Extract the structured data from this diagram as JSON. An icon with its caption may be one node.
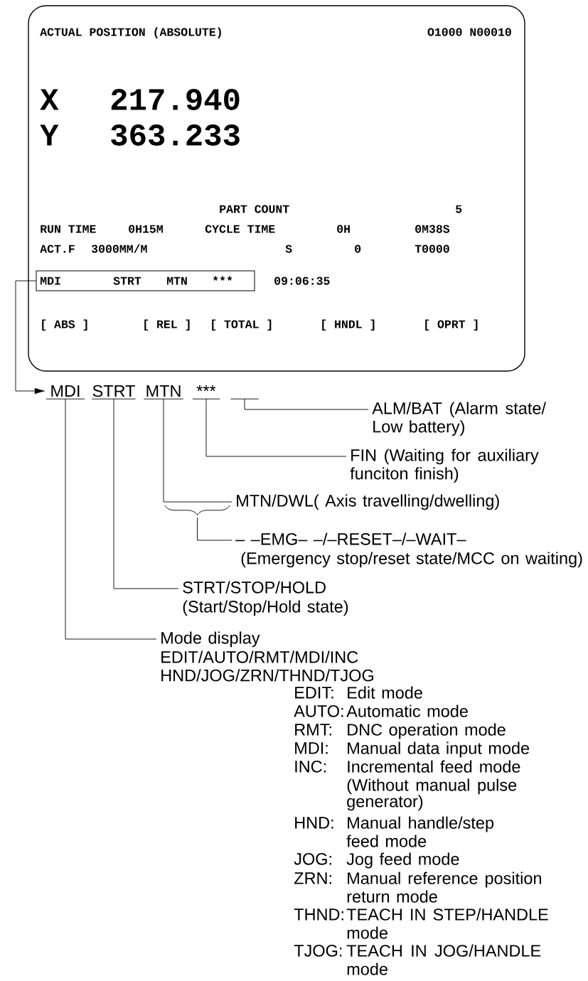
{
  "diagram": {
    "nodes": [
      {
        "text": [
          "ACTUAL POSITION (ABSOLUTE)",
          "O1000 N00010",
          "X",
          "217.940",
          "Y",
          "363.233",
          "PART COUNT",
          "5",
          "RUN TIME",
          "0H15M",
          "CYCLE TIME",
          "0H",
          "0M38S",
          "ACT.F",
          "3000MM/M",
          "S",
          "0",
          "T0000",
          "09:06:35",
          "[ ABS ]",
          "[ REL ]",
          "[ TOTAL ]",
          "[ HNDL ]",
          "[ OPRT ]"
        ]
      },
      {
        "text": [
          "MDI",
          "STRT",
          "MTN",
          "***"
        ],
        "in": 0
      },
      {
        "text": [
          "MDI"
        ]
      },
      {
        "text": [
          "STRT"
        ]
      },
      {
        "text": [
          "MTN"
        ]
      },
      {
        "text": [
          "***"
        ]
      },
      {
        "text": [],
        "shape": "bar"
      },
      {
        "text": [
          "ALM/BAT (Alarm state/ Low battery)"
        ]
      },
      {
        "text": [
          "FIN (Waiting for auxiliary funciton finish)"
        ]
      },
      {
        "text": [
          "MTN/DWL( Axis travelling/dwelling)"
        ]
      },
      {
        "text": [],
        "shape": "brace"
      },
      {
        "text": [
          "– –EMG– –/–RESET–/–WAIT–",
          "(Emergency stop/reset state/MCC on waiting)"
        ]
      },
      {
        "text": [
          "STRT/STOP/HOLD",
          "(Start/Stop/Hold state)"
        ]
      },
      {
        "text": [
          "Mode display",
          "EDIT/AUTO/RMT/MDI/INC HND/JOG/ZRN/THND/TJOG"
        ]
      }
    ],
    "edges": [
      {
        "from": 1,
        "to": 2,
        "arrow": "to"
      },
      {
        "from": 6,
        "to": 7,
        "arrow": "none"
      },
      {
        "from": 5,
        "to": 8,
        "arrow": "none"
      },
      {
        "from": 4,
        "to": 9,
        "arrow": "none"
      },
      {
        "from": 10,
        "to": 11,
        "arrow": "none"
      },
      {
        "from": 3,
        "to": 12,
        "arrow": "none"
      },
      {
        "from": 2,
        "to": 13,
        "arrow": "none"
      }
    ],
    "labels": [
      "EDIT:",
      "Edit mode",
      "AUTO:",
      "Automatic mode",
      "RMT:",
      "DNC operation mode",
      "MDI:",
      "Manual data input mode",
      "INC:",
      "Incremental feed mode (Without manual pulse generator)",
      "HND:",
      "Manual handle/step feed mode",
      "JOG:",
      "Jog feed mode",
      "ZRN:",
      "Manual reference position return mode",
      "THND:",
      "TEACH IN STEP/HANDLE mode",
      "TJOG:",
      "TEACH IN JOG/HANDLE mode"
    ]
  }
}
